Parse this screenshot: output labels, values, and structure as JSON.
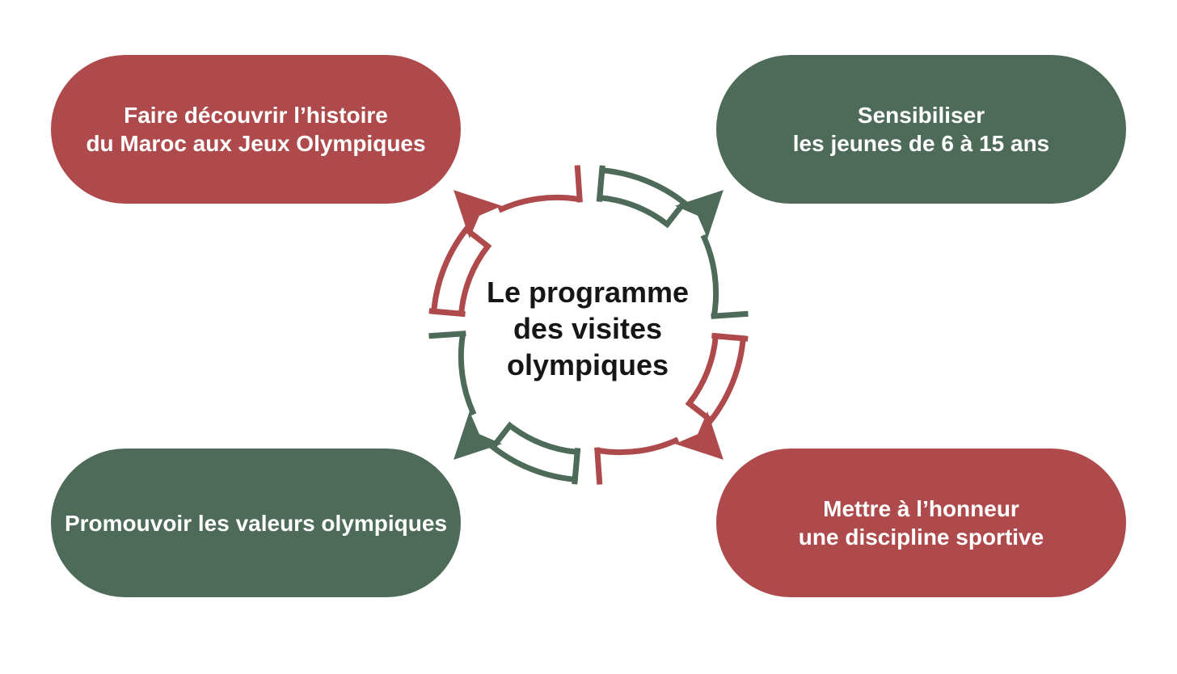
{
  "palette": {
    "red": "#AE4A4B",
    "green": "#4D6B58",
    "title_color": "#161616",
    "box_text_color": "#ffffff",
    "background": "#ffffff"
  },
  "center_title": {
    "lines": [
      "Le programme",
      "des visites",
      "olympiques"
    ]
  },
  "boxes": [
    {
      "position": "top-left",
      "color": "red",
      "lines": [
        "Faire découvrir l’histoire",
        "du Maroc aux Jeux Olympiques"
      ]
    },
    {
      "position": "top-right",
      "color": "green",
      "lines": [
        "Sensibiliser",
        "les jeunes de 6 à 15 ans"
      ]
    },
    {
      "position": "bottom-left",
      "color": "green",
      "lines": [
        "Promouvoir les valeurs olympiques"
      ]
    },
    {
      "position": "bottom-right",
      "color": "red",
      "lines": [
        "Mettre à l’honneur",
        "une discipline sportive"
      ]
    }
  ],
  "cycle_arrows": [
    {
      "quadrant": "top-right",
      "color": "green",
      "points_to": "top-right box"
    },
    {
      "quadrant": "bottom-right",
      "color": "red",
      "points_to": "bottom-right box"
    },
    {
      "quadrant": "bottom-left",
      "color": "green",
      "points_to": "bottom-left box"
    },
    {
      "quadrant": "top-left",
      "color": "red",
      "points_to": "top-left box"
    }
  ]
}
